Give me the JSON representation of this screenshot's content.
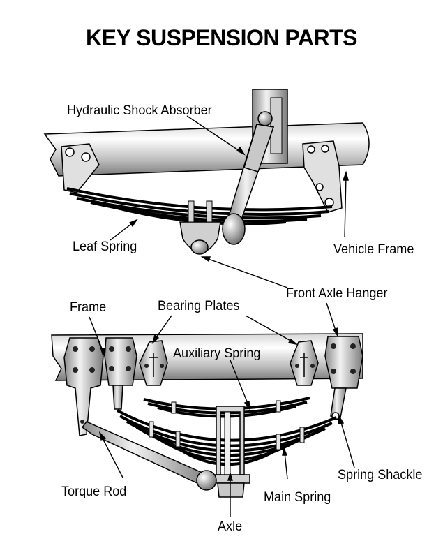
{
  "title": "KEY SUSPENSION PARTS",
  "labels": {
    "hydraulic_shock_absorber": "Hydraulic Shock Absorber",
    "leaf_spring": "Leaf Spring",
    "vehicle_frame": "Vehicle Frame",
    "front_axle_hanger": "Front Axle Hanger",
    "frame": "Frame",
    "bearing_plates": "Bearing Plates",
    "auxiliary_spring": "Auxiliary Spring",
    "spring_shackle": "Spring Shackle",
    "torque_rod": "Torque Rod",
    "main_spring": "Main Spring",
    "axle": "Axle"
  }
}
